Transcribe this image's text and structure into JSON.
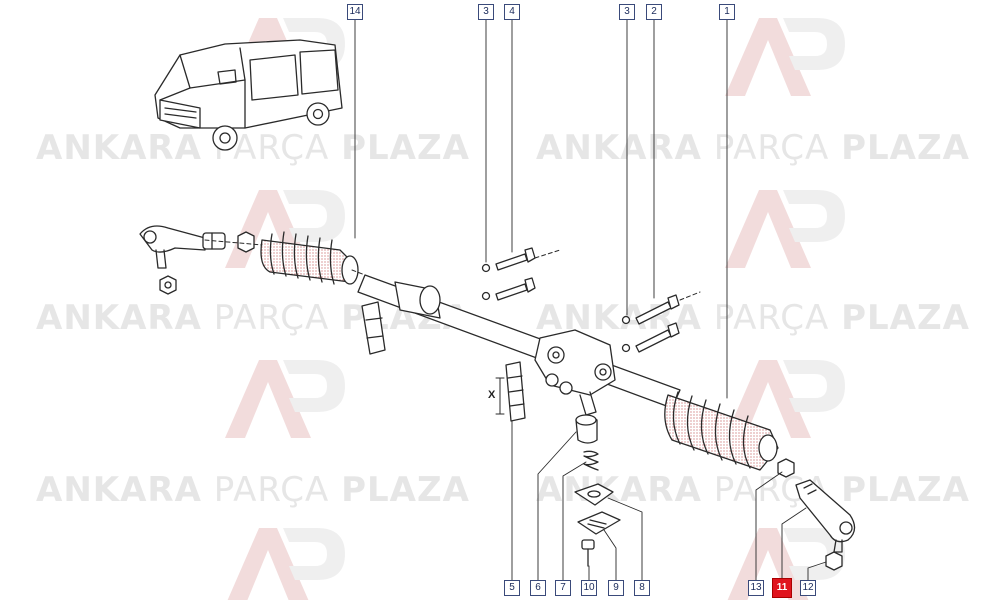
{
  "watermark": {
    "brand_bold_1": "ANKARA",
    "brand_light": "PARÇA",
    "brand_bold_2": "PLAZA",
    "logo_text": "AP"
  },
  "dimension_label": "X",
  "callouts": {
    "c14": "14",
    "c3a": "3",
    "c4": "4",
    "c3b": "3",
    "c2": "2",
    "c1": "1",
    "c5": "5",
    "c6": "6",
    "c7": "7",
    "c10": "10",
    "c9": "9",
    "c8": "8",
    "c13": "13",
    "c11": "11",
    "c12": "12"
  },
  "colors": {
    "line": "#2a2a2a",
    "callout_border": "#3a4a7a",
    "active": "#e0141e",
    "watermark": "#e6e6e6"
  }
}
